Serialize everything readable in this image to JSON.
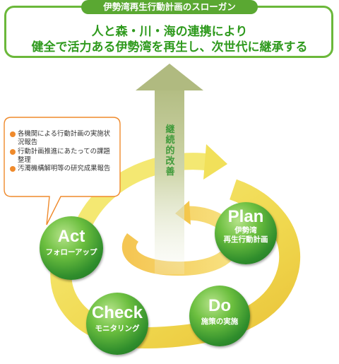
{
  "slogan": {
    "title": "伊勢湾再生行動計画のスローガン",
    "line1": "人と森・川・海の連携により",
    "line2": "健全で活力ある伊勢湾を再生し、次世代に継承する"
  },
  "callout": {
    "items": [
      "各機関による行動計画の実施状況報告",
      "行動計画推進にあたっての課題整理",
      "汚濁機構解明等の研究成果報告"
    ]
  },
  "vertical_label": "継続的改善",
  "stages": {
    "plan": {
      "word": "Plan",
      "sub1": "伊勢湾",
      "sub2": "再生行動計画"
    },
    "do": {
      "word": "Do",
      "sub": "施策の実施"
    },
    "check": {
      "word": "Check",
      "sub": "モニタリング"
    },
    "act": {
      "word": "Act",
      "sub": "フォローアップ"
    }
  },
  "colors": {
    "accent_green": "#5aa832",
    "slogan_text": "#2f9a1e",
    "circle_green": "#2f8d2c",
    "spiral_yellow": "#f3e04a",
    "spiral_orange": "#f2b33a",
    "arrow_khaki": "#b9c38c",
    "bullet_orange": "#ef8a2c"
  }
}
